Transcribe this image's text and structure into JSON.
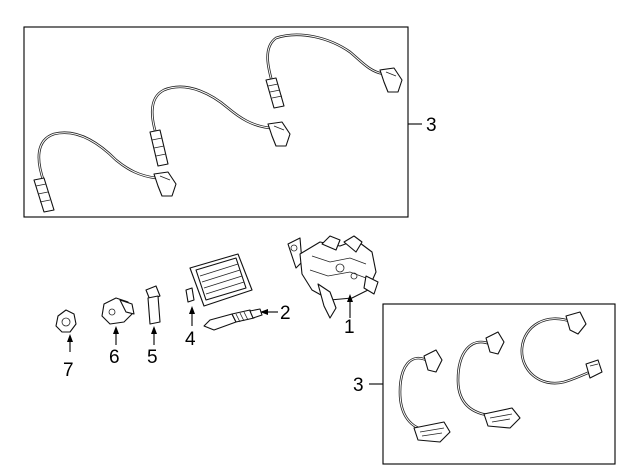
{
  "callouts": {
    "c1": "1",
    "c2": "2",
    "c3_top": "3",
    "c3_bottom": "3",
    "c4": "4",
    "c5": "5",
    "c6": "6",
    "c7": "7"
  },
  "colors": {
    "line": "#000000",
    "background": "#ffffff"
  }
}
